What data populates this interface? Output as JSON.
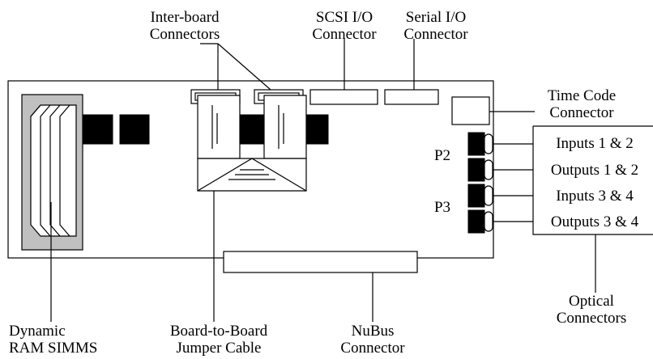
{
  "diagram": {
    "labels": {
      "inter_board": [
        "Inter-board",
        "Connectors"
      ],
      "scsi": [
        "SCSI I/O",
        "Connector"
      ],
      "serial": [
        "Serial I/O",
        "Connector"
      ],
      "time_code": [
        "Time Code",
        "Connector"
      ],
      "p2": "P2",
      "p3": "P3",
      "inputs_12": "Inputs 1 & 2",
      "outputs_12": "Outputs 1 & 2",
      "inputs_34": "Inputs 3 & 4",
      "outputs_34": "Outputs 3 & 4",
      "optical": [
        "Optical",
        "Connectors"
      ],
      "dram": [
        "Dynamic",
        "RAM SIMMS"
      ],
      "jumper": [
        "Board-to-Board",
        "Jumper Cable"
      ],
      "nubus": [
        "NuBus",
        "Connector"
      ]
    },
    "colors": {
      "line": "#000000",
      "simm_area": "#c0c0c0",
      "chip": "#000000",
      "background": "#ffffff"
    }
  }
}
